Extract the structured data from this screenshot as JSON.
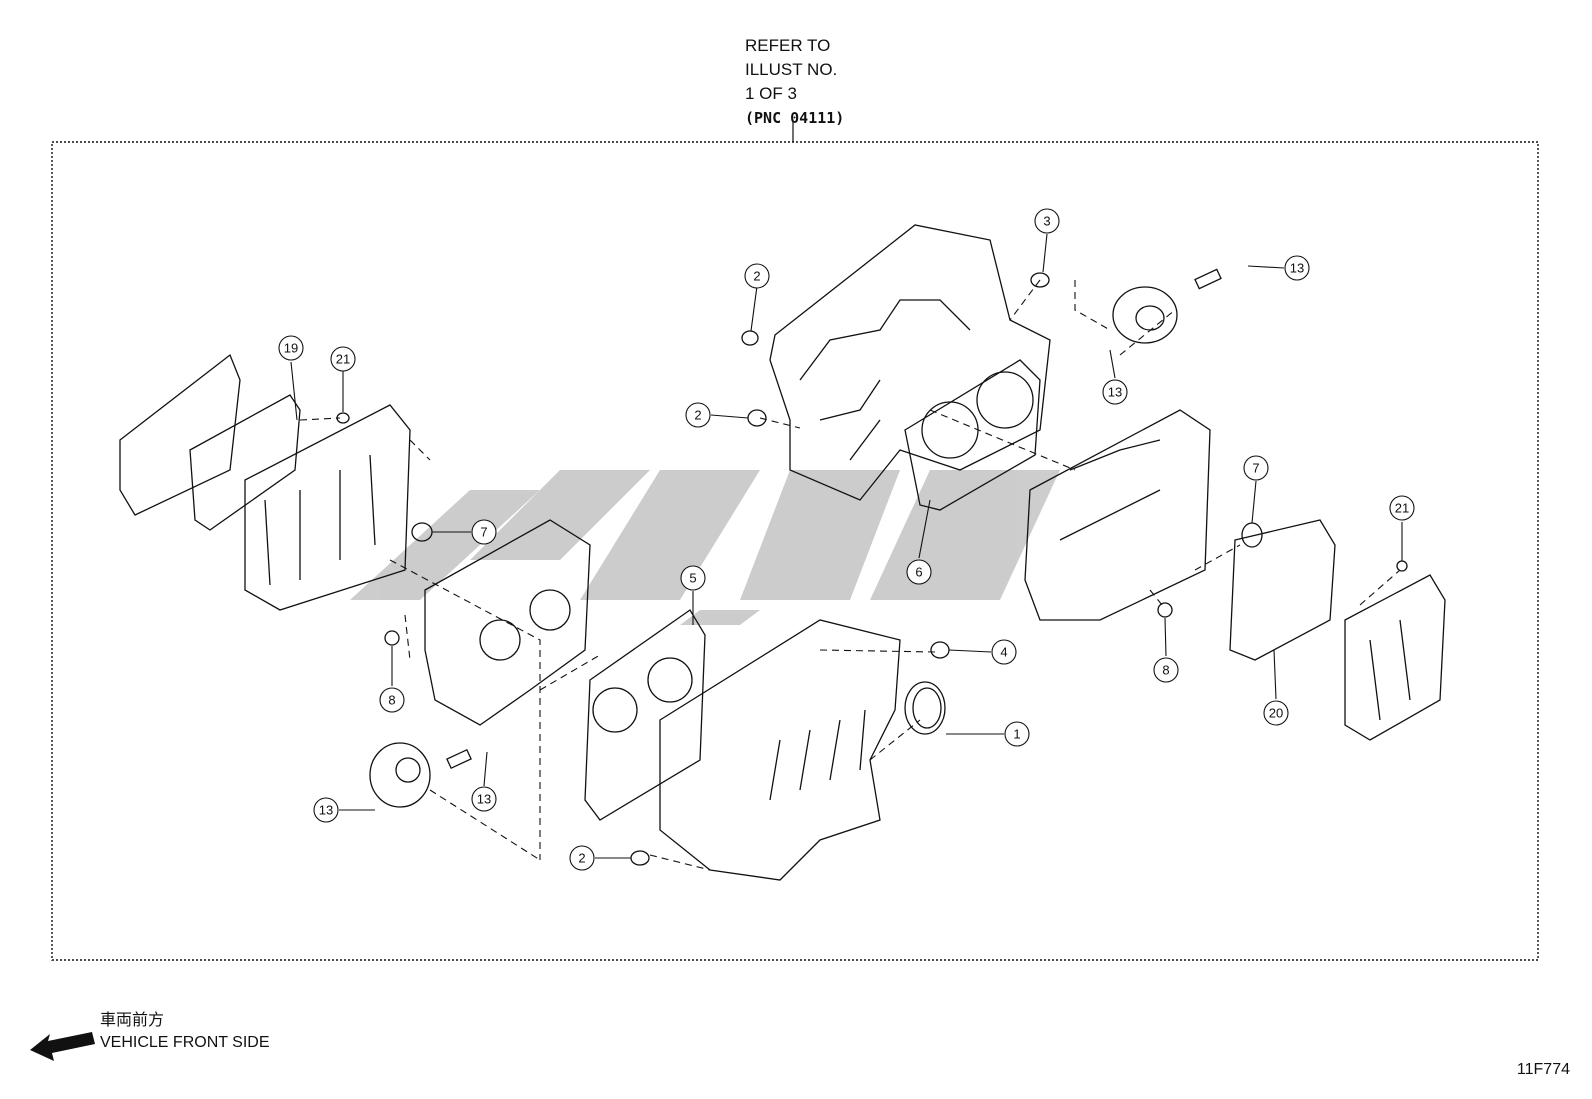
{
  "refer_note": {
    "line1": "REFER TO",
    "line2": "ILLUST NO.",
    "line3": "1 OF 3",
    "line4": "(PNC 04111)"
  },
  "direction": {
    "jp_label": "車両前方",
    "en_label": "VEHICLE FRONT SIDE"
  },
  "illustration_code": "11F774",
  "callouts": [
    {
      "id": "c3",
      "label": "3"
    },
    {
      "id": "c2a",
      "label": "2"
    },
    {
      "id": "c2b",
      "label": "2"
    },
    {
      "id": "c13a",
      "label": "13"
    },
    {
      "id": "c13b",
      "label": "13"
    },
    {
      "id": "c19",
      "label": "19"
    },
    {
      "id": "c21a",
      "label": "21"
    },
    {
      "id": "c7a",
      "label": "7"
    },
    {
      "id": "c6",
      "label": "6"
    },
    {
      "id": "c7b",
      "label": "7"
    },
    {
      "id": "c21b",
      "label": "21"
    },
    {
      "id": "c5",
      "label": "5"
    },
    {
      "id": "c4",
      "label": "4"
    },
    {
      "id": "c1",
      "label": "1"
    },
    {
      "id": "c8a",
      "label": "8"
    },
    {
      "id": "c8b",
      "label": "8"
    },
    {
      "id": "c20",
      "label": "20"
    },
    {
      "id": "c13c",
      "label": "13"
    },
    {
      "id": "c13d",
      "label": "13"
    },
    {
      "id": "c2c",
      "label": "2"
    }
  ],
  "colors": {
    "line": "#111111",
    "watermark": "#bdbdbd",
    "background": "#ffffff"
  }
}
